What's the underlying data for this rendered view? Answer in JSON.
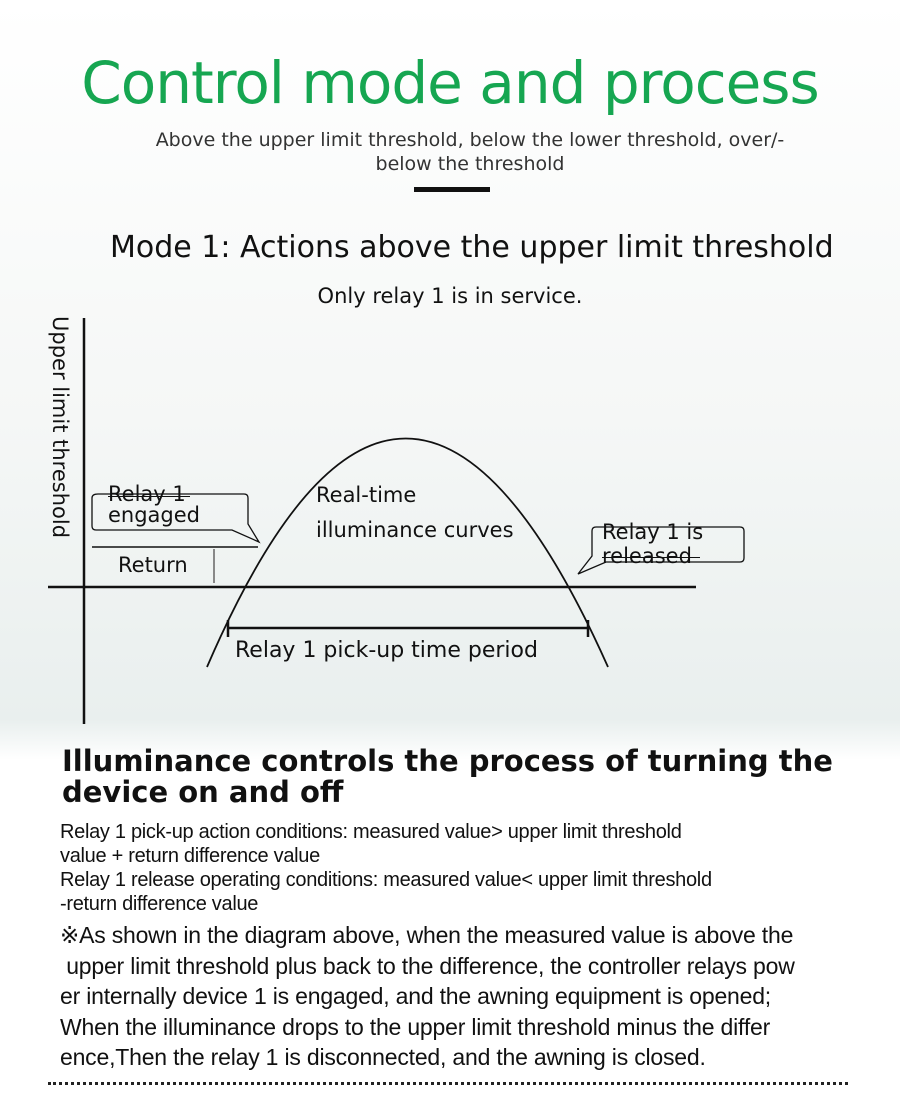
{
  "header": {
    "title": "Control mode and process",
    "subtitle_lines": [
      "Above the upper limit threshold, below the lower threshold, over/-",
      "below the threshold"
    ]
  },
  "mode": {
    "title": "Mode 1: Actions above the upper limit threshold",
    "subtitle": "Only relay 1 is in service."
  },
  "diagram": {
    "y_axis_label": "Upper limit threshold",
    "relay_engaged_lines": [
      "Relay 1",
      "engaged"
    ],
    "return_label": "Return",
    "curve_label_lines": [
      "Real-time",
      "illuminance curves"
    ],
    "relay_released_lines": [
      "Relay 1 is",
      "released"
    ],
    "period_label": "Relay 1 pick-up time period"
  },
  "process": {
    "title": "Illuminance controls the process of turning the device on and off",
    "pickup_condition_lines": [
      "Relay 1 pick-up action conditions: measured value> upper limit threshold",
      "value + return difference value"
    ],
    "release_condition_lines": [
      "Relay 1 release operating conditions: measured value< upper limit threshold",
      "-return difference value"
    ],
    "note_lines": [
      "※As shown in the diagram above, when the measured value is above the",
      " upper limit threshold plus back to the difference, the controller relays pow",
      "er internally device 1 is engaged, and the awning equipment is opened;",
      "When the illuminance drops to the upper limit threshold minus the differ",
      "ence,Then the relay 1 is disconnected, and the awning is closed."
    ]
  },
  "colors": {
    "title_green": "#16a651",
    "line": "#111111"
  }
}
